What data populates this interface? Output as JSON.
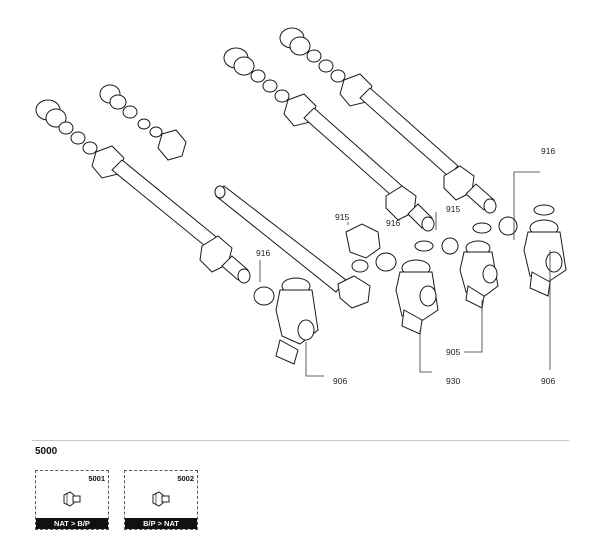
{
  "callouts": {
    "c916_right": "916",
    "c915_left": "915",
    "c916_mid": "916",
    "c915_mid": "915",
    "c916_left": "916",
    "c905": "905",
    "c930": "930",
    "c906_left": "906",
    "c906_right": "906"
  },
  "kit": {
    "label": "5000",
    "boxes": [
      {
        "code": "5001",
        "caption": "NAT > B/P",
        "icon": "union-fitting-icon"
      },
      {
        "code": "5002",
        "caption": "B/P > NAT",
        "icon": "union-fitting-icon"
      }
    ]
  }
}
